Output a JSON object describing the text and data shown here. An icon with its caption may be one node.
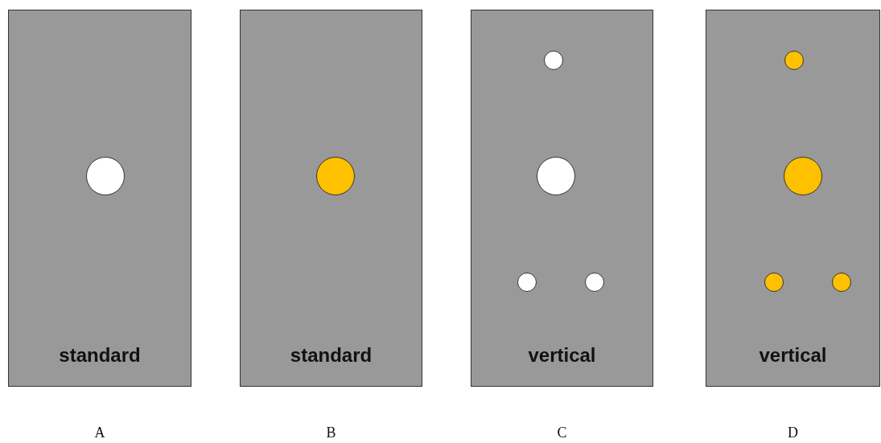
{
  "diagram": {
    "nodes": [
      {
        "text": [
          "standard"
        ],
        "beside": [
          "A"
        ]
      },
      {
        "text": [
          "standard"
        ],
        "beside": [
          "B"
        ]
      },
      {
        "text": [
          "vertical"
        ],
        "beside": [
          "C"
        ]
      },
      {
        "text": [
          "vertical"
        ],
        "beside": [
          "D"
        ]
      }
    ]
  }
}
